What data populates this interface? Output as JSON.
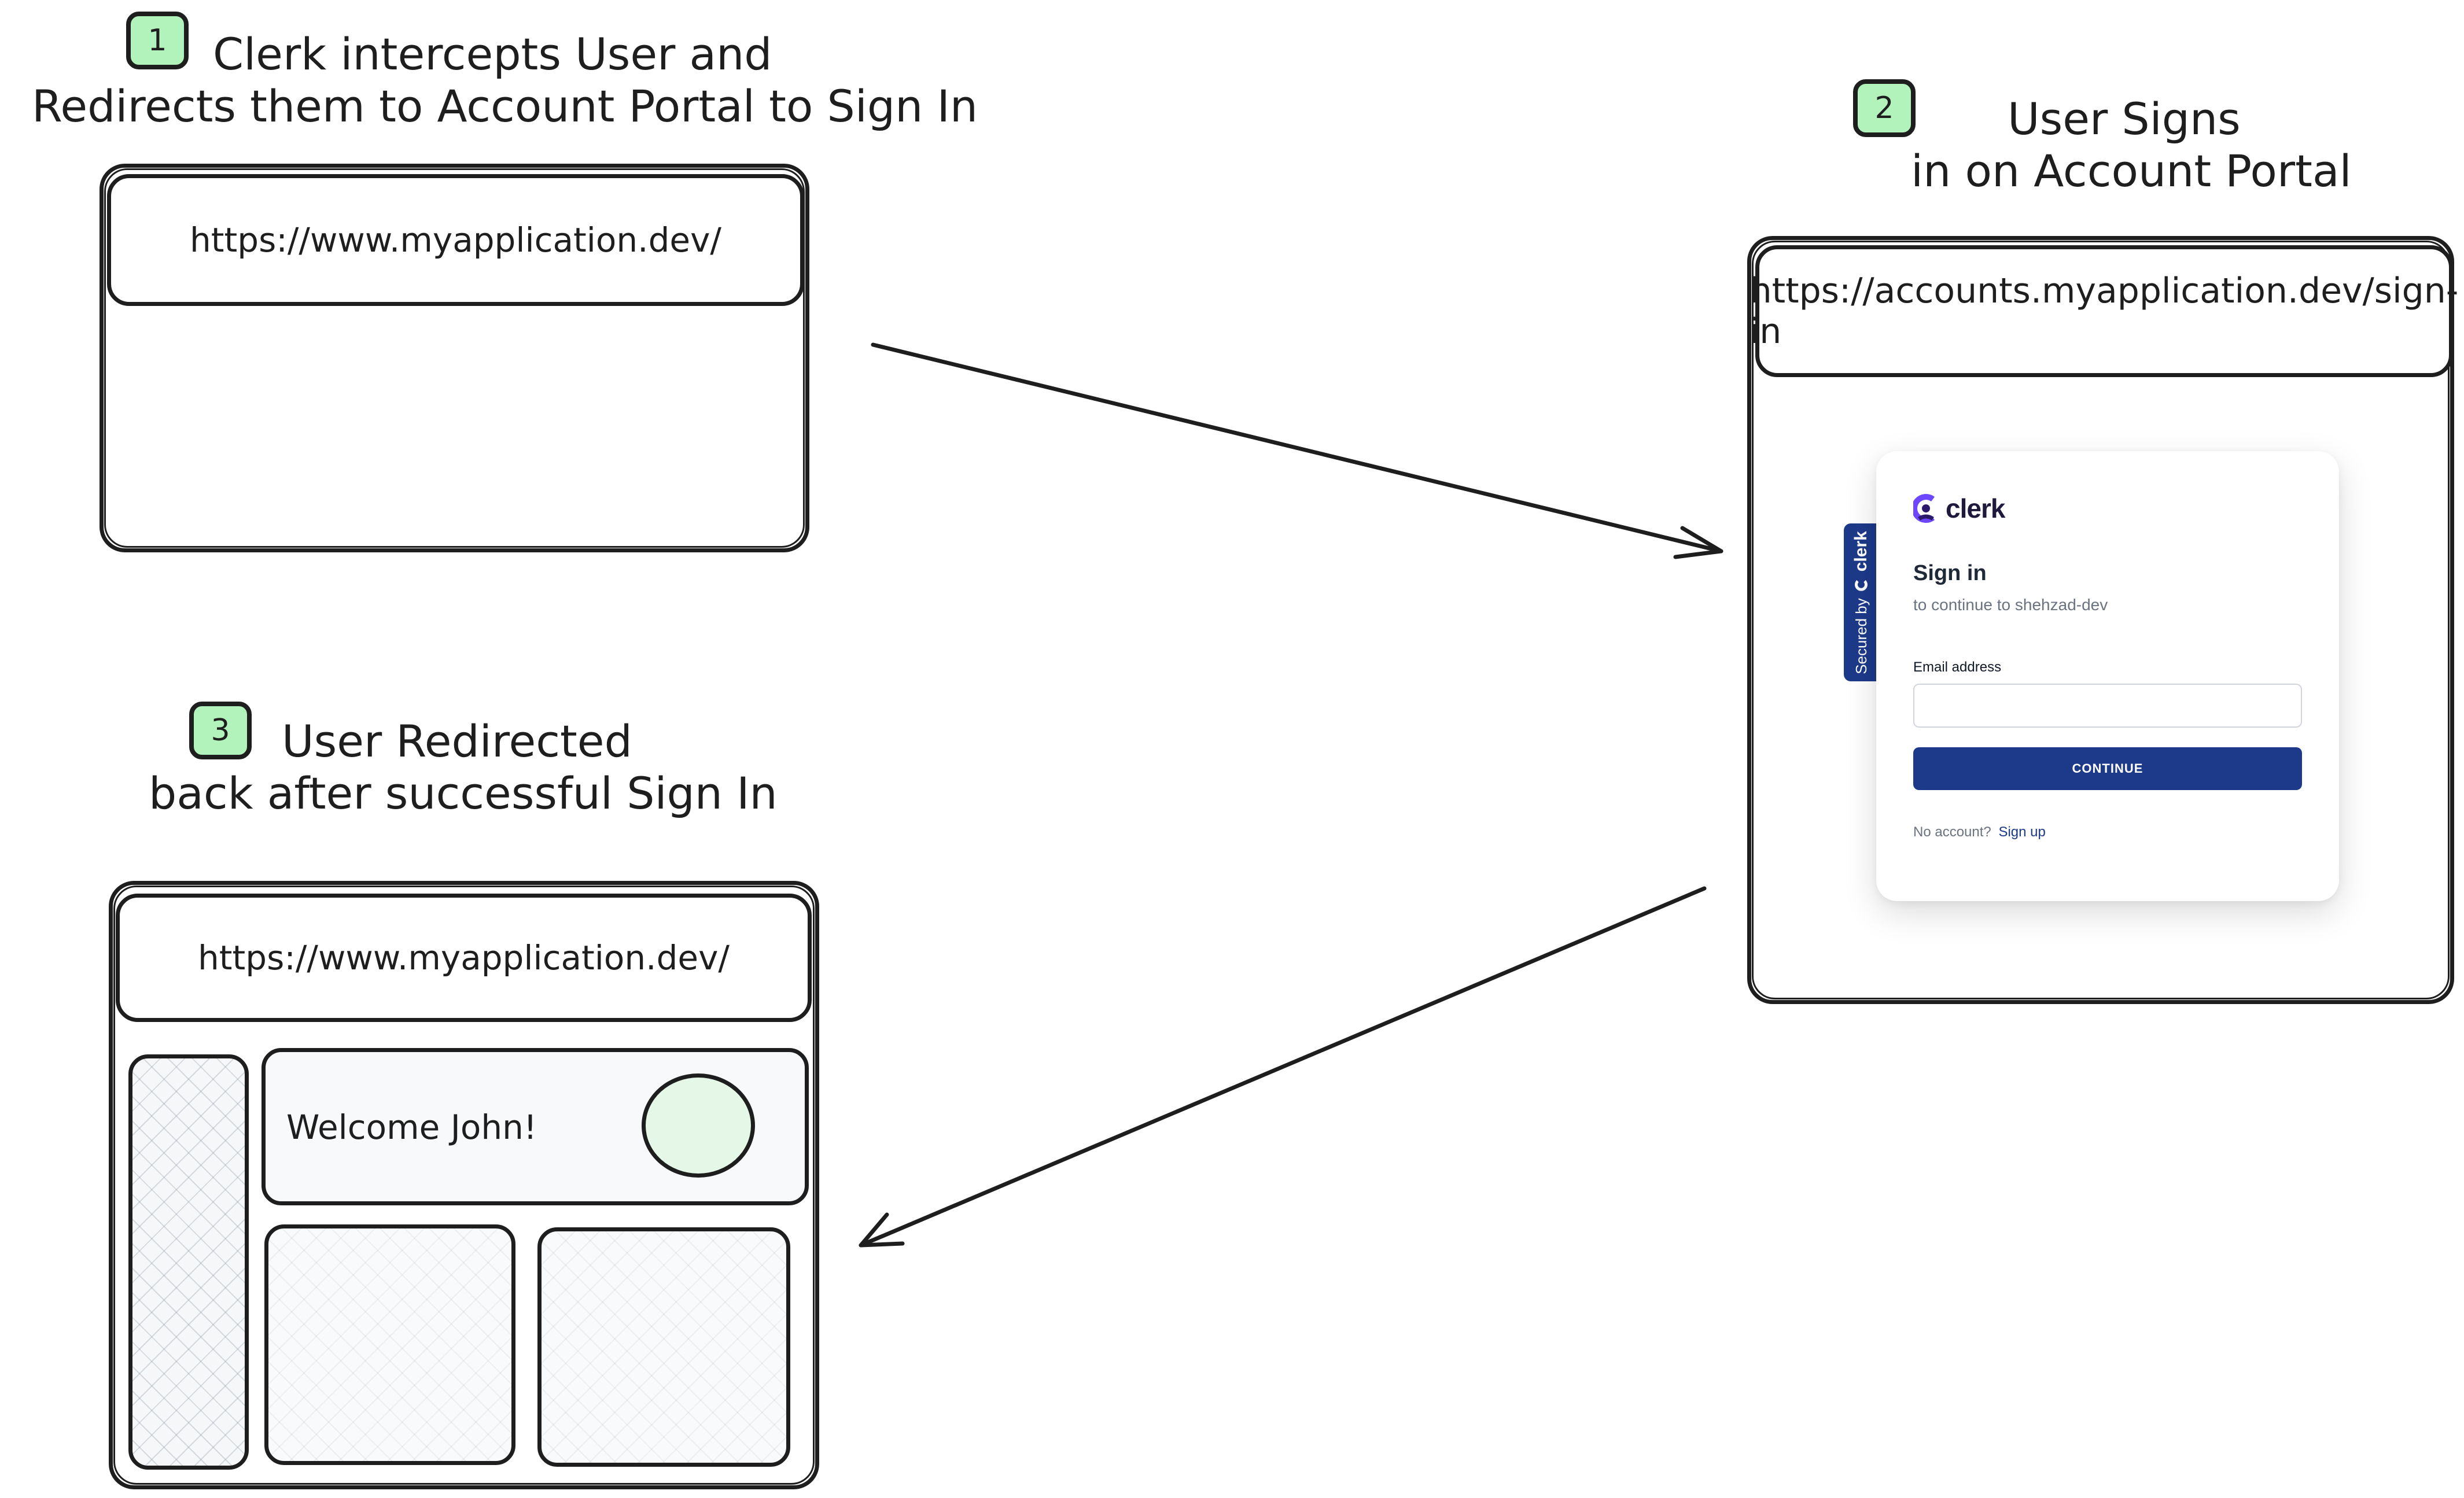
{
  "steps": [
    {
      "number": "1",
      "line1": "Clerk intercepts User and",
      "line2": "Redirects them to Account Portal to Sign In"
    },
    {
      "number": "2",
      "line1": "User Signs",
      "line2": "in on Account Portal"
    },
    {
      "number": "3",
      "line1": "User Redirected",
      "line2": "back after successful Sign In"
    }
  ],
  "urls": {
    "app": "https://www.myapplication.dev/",
    "portal": "https://accounts.myapplication.dev/sign-in",
    "app_return": "https://www.myapplication.dev/"
  },
  "signin": {
    "brand": "clerk",
    "title": "Sign in",
    "subtitle": "to continue to shehzad-dev",
    "email_label": "Email address",
    "email_value": "",
    "continue_label": "CONTINUE",
    "no_account": "No account?",
    "signup_link": "Sign up",
    "secured_by": "Secured by",
    "secured_brand": "clerk",
    "colors": {
      "primary": "#1d3a8a",
      "logo_purple": "#6c47ff"
    }
  },
  "dashboard": {
    "welcome": "Welcome John!",
    "colors": {
      "avatar": "#e5f8e8",
      "badge": "#b2f2bb"
    }
  }
}
